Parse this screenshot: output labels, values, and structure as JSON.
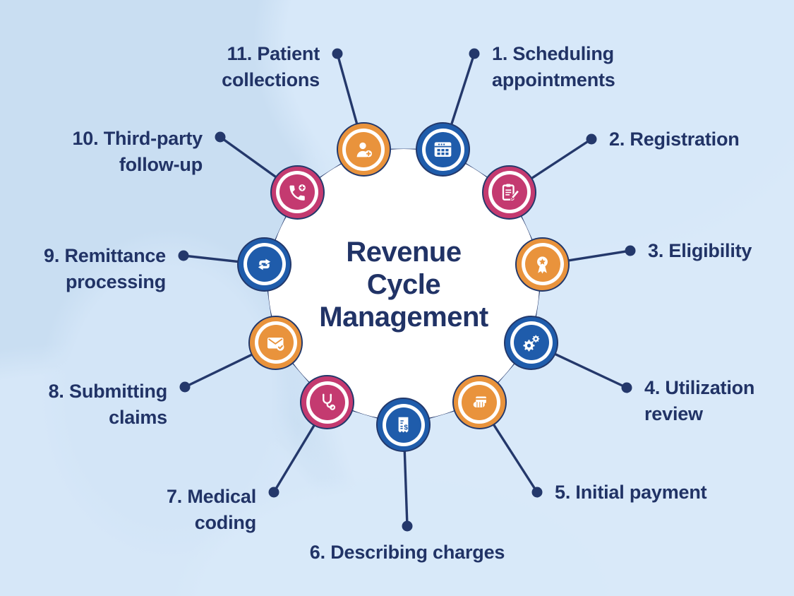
{
  "center": {
    "title": "Revenue Cycle Management",
    "lines": [
      "Revenue",
      "Cycle",
      "Management"
    ]
  },
  "colors": {
    "blue": "#1f5cab",
    "orange": "#e9933c",
    "pink": "#c43a70",
    "navy_text": "#213366",
    "line_navy": "#24386b",
    "circle_fill": "#ffffff",
    "background": "#c9def2",
    "background_light": "#d9e9f9"
  },
  "items": [
    {
      "id": "scheduling-appointments",
      "number": "1.",
      "label": "1. Scheduling appointments",
      "lines": [
        "1. Scheduling",
        "appointments"
      ],
      "icon": "calendar-icon",
      "color": "blue"
    },
    {
      "id": "registration",
      "number": "2.",
      "label": "2. Registration",
      "lines": [
        "2. Registration"
      ],
      "icon": "clipboard-pencil-icon",
      "color": "pink"
    },
    {
      "id": "eligibility",
      "number": "3.",
      "label": "3. Eligibility",
      "lines": [
        "3. Eligibility"
      ],
      "icon": "award-ribbon-icon",
      "color": "orange"
    },
    {
      "id": "utilization-review",
      "number": "4.",
      "label": "4. Utilization review",
      "lines": [
        "4. Utilization",
        "review"
      ],
      "icon": "gears-icon",
      "color": "blue"
    },
    {
      "id": "initial-payment",
      "number": "5.",
      "label": "5. Initial payment",
      "lines": [
        "5. Initial payment"
      ],
      "icon": "payment-hand-icon",
      "color": "orange"
    },
    {
      "id": "describing-charges",
      "number": "6.",
      "label": "6. Describing charges",
      "lines": [
        "6. Describing charges"
      ],
      "icon": "receipt-dollar-icon",
      "color": "blue"
    },
    {
      "id": "medical-coding",
      "number": "7.",
      "label": "7. Medical coding",
      "lines": [
        "7. Medical",
        "coding"
      ],
      "icon": "stethoscope-icon",
      "color": "pink"
    },
    {
      "id": "submitting-claims",
      "number": "8.",
      "label": "8. Submitting claims",
      "lines": [
        "8. Submitting",
        "claims"
      ],
      "icon": "envelope-check-icon",
      "color": "orange"
    },
    {
      "id": "remittance-processing",
      "number": "9.",
      "label": "9. Remittance processing",
      "lines": [
        "9. Remittance",
        "processing"
      ],
      "icon": "sync-arrows-icon",
      "color": "blue"
    },
    {
      "id": "third-party-follow-up",
      "number": "10.",
      "label": "10. Third-party follow-up",
      "lines": [
        "10. Third-party",
        "follow-up"
      ],
      "icon": "phone-plus-icon",
      "color": "pink"
    },
    {
      "id": "patient-collections",
      "number": "11.",
      "label": "11. Patient collections",
      "lines": [
        "11. Patient",
        "collections"
      ],
      "icon": "person-plus-icon",
      "color": "orange"
    }
  ]
}
